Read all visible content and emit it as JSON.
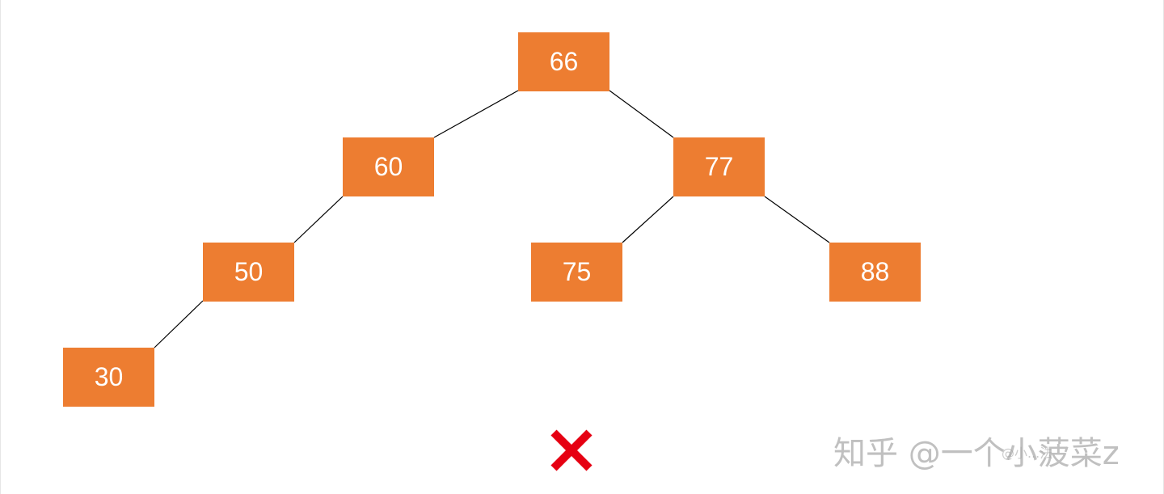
{
  "tree": {
    "nodes": [
      {
        "id": "66",
        "label": "66"
      },
      {
        "id": "60",
        "label": "60"
      },
      {
        "id": "77",
        "label": "77"
      },
      {
        "id": "50",
        "label": "50"
      },
      {
        "id": "75",
        "label": "75"
      },
      {
        "id": "88",
        "label": "88"
      },
      {
        "id": "30",
        "label": "30"
      }
    ],
    "edges": [
      [
        "66",
        "60"
      ],
      [
        "66",
        "77"
      ],
      [
        "60",
        "50"
      ],
      [
        "50",
        "30"
      ],
      [
        "77",
        "75"
      ],
      [
        "77",
        "88"
      ]
    ],
    "node_color": "#ed7d31",
    "edge_color": "#000000"
  },
  "marker": {
    "icon": "cross-icon",
    "color": "#e60012"
  },
  "watermark": {
    "text": "知乎 @一个小菠菜z",
    "sub_text": "@小...法"
  }
}
